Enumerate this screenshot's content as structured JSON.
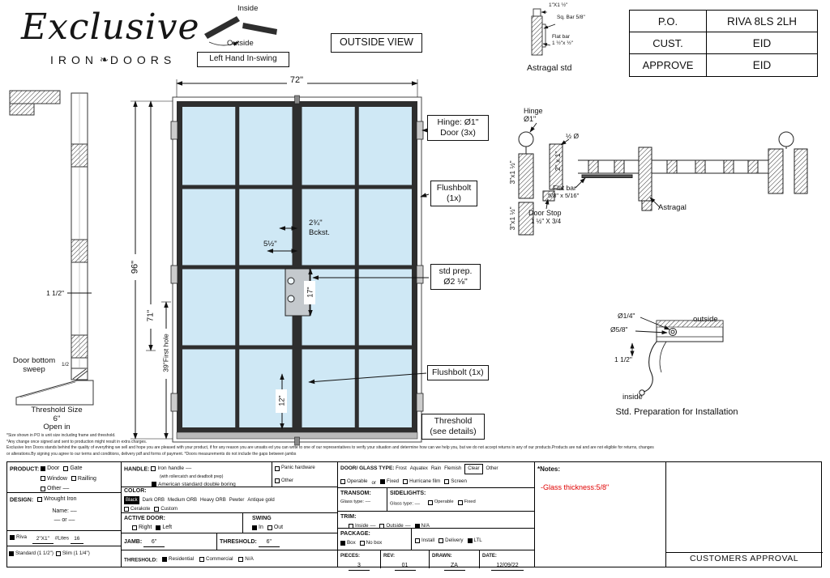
{
  "logo": {
    "script": "Exclusive",
    "iron": "IRON",
    "doors": "DOORS"
  },
  "header": {
    "swing": {
      "inside": "Inside",
      "outside": "Outside",
      "caption": "Left Hand In-swing"
    },
    "view_label": "OUTSIDE VIEW",
    "astragal": {
      "dim_top": "1\"X1 ½\"",
      "sq_bar": "Sq. Bar 5/8\"",
      "flat_bar1": "Flat bar",
      "flat_bar2": "1 ½\"x ½\"",
      "caption": "Astragal std"
    },
    "title_block": [
      {
        "label": "P.O.",
        "value": "RIVA 8LS 2LH"
      },
      {
        "label": "CUST.",
        "value": "EID"
      },
      {
        "label": "APPROVE",
        "value": "EID"
      }
    ]
  },
  "elevation": {
    "dim_width": "72\"",
    "dim_height": "96\"",
    "dim_71": "71\"",
    "dim_first_hole": "39\"First hole",
    "dim_17": "17\"",
    "dim_12": "12\"",
    "dim_5half": "5½\"",
    "bckst1": "2¾\"",
    "bckst2": "Bckst.",
    "hinge1": "Hinge: Ø1\"",
    "hinge2": "Door (3x)",
    "flushbolt_top1": "Flushbolt",
    "flushbolt_top2": "(1x)",
    "std_prep1": "std prep.",
    "std_prep2": "Ø2 ⅛\"",
    "flushbolt_bottom": "Flushbolt (1x)",
    "threshold1": "Threshold",
    "threshold2": "(see details)"
  },
  "side_profile": {
    "dim_jamb": "1 1/2\"",
    "sweep_dim": "1/2",
    "sweep1": "Door bottom",
    "sweep2": "sweep",
    "threshold_size": "Threshold Size",
    "threshold_val": "6\"",
    "open_in": "Open in"
  },
  "plan_section": {
    "hinge1": "Hinge",
    "hinge2": "Ø1\"",
    "half_dia": "½ Ø",
    "tube_2x1": "2\" x 1\"",
    "tube_3x15": "3\"x1 ½\"",
    "flat_bar1": "Flat bar",
    "flat_bar2": "5/8\" x 5/16\"",
    "door_stop1": "Door Stop",
    "door_stop2": "1 ½\" X 3/4",
    "astragal": "Astragal"
  },
  "prep_detail": {
    "dia_small": "Ø1/4\"",
    "dia_big": "Ø5/8\"",
    "dim": "1 1/2\"",
    "outside": "outside",
    "inside": "inside",
    "caption": "Std. Preparation for Installation"
  },
  "disclaimer": {
    "lines": [
      "*Size shown in PO is unit size including frame and threshold.",
      "*Any change once signed and sent to production might result in extra charges.",
      "Exclusive Iron Doors stands behind the quality of everything we sell and hope you are pleased with your product, if for any reason you are unsatis ed you can write to one of our representatives to verify your situation and determine how can we help you, but we do not accept returns in any of our products.Products are  nal and are not eligible for returns, changes",
      "or alterations.By signing you agree to our terms and conditions, delivery pdf and forms of payment. *Doors measurements do not include the gaps between jambs"
    ]
  },
  "form": {
    "product": {
      "label": "PRODUCT:",
      "door": {
        "t": "Door",
        "cb": true,
        "on": true
      },
      "gate": {
        "t": "Gate",
        "cb": true
      },
      "window": {
        "t": "Window",
        "cb": true
      },
      "railling": {
        "t": "Railling",
        "cb": true
      },
      "other": {
        "t": "Other",
        "cb": true,
        "suffix": "––"
      }
    },
    "design": {
      "label": "DESIGN:",
      "wrought": {
        "t": "Wrought Iron",
        "cb": true
      },
      "name_label": "Name:",
      "name_value": "––",
      "or_text": "––  or  ––",
      "riva": {
        "t": "Riva",
        "cb": true,
        "on": true
      },
      "riva_dim": "2\"X1\"",
      "lites_label": "#Lites",
      "lites_value": "16",
      "standard": {
        "t": "Standard (1 1/2\")",
        "cb": true,
        "on": true
      },
      "slim": {
        "t": "Slim (1 1/4\")",
        "cb": true
      }
    },
    "handle": {
      "label": "HANDLE:",
      "iron_handle": {
        "t": "Iron handle",
        "cb": true,
        "suffix": "––"
      },
      "iron_note": "(with rollercatch and deadbolt prep)",
      "american": {
        "t": "American standard double boring",
        "cb": true,
        "on": true
      },
      "panic": {
        "t": "Panic hardware",
        "cb": true
      },
      "other": {
        "t": "Other",
        "cb": true
      }
    },
    "color": {
      "label": "COLOR:",
      "black": {
        "t": "Black",
        "style": "inv"
      },
      "dark_orb": {
        "t": "Dark ORB"
      },
      "medium_orb": {
        "t": "Medium ORB"
      },
      "heavy_orb": {
        "t": "Heavy ORB"
      },
      "pewter": {
        "t": "Pewter"
      },
      "antique_gold": {
        "t": "Antique gold"
      },
      "cerakote": {
        "t": "Cerakote",
        "cb": true
      },
      "custom": {
        "t": "Custom",
        "cb": true
      }
    },
    "active_door": {
      "label": "ACTIVE DOOR:",
      "right": {
        "t": "Right",
        "cb": true
      },
      "left": {
        "t": "Left",
        "cb": true,
        "on": true
      },
      "swing_label": "SWING",
      "swing_in": {
        "t": "In",
        "cb": true,
        "on": true
      },
      "swing_out": {
        "t": "Out",
        "cb": true
      }
    },
    "jamb": {
      "label": "JAMB:",
      "value": "6\"",
      "threshold_label": "THRESHOLD:",
      "threshold_value": "6\""
    },
    "threshold": {
      "label": "THRESHOLD:",
      "residential": {
        "t": "Residential",
        "cb": true,
        "on": true
      },
      "commercial": {
        "t": "Commercial",
        "cb": true
      },
      "na": {
        "t": "N/A",
        "cb": true
      }
    },
    "glass": {
      "label": "DOOR/ GLASS TYPE:",
      "frost": {
        "t": "Frost"
      },
      "aquatex": {
        "t": "Aquatex"
      },
      "rain": {
        "t": "Rain"
      },
      "flemish": {
        "t": "Flemish"
      },
      "clear": {
        "t": "Clear",
        "style": "boxed"
      },
      "other": {
        "t": "Other"
      },
      "operable": {
        "t": "Operable",
        "cb": true
      },
      "or_text": {
        "t": "or"
      },
      "fixed": {
        "t": "Fixed",
        "cb": true,
        "on": true
      },
      "hurricane": {
        "t": "Hurricane film",
        "cb": true
      },
      "screen": {
        "t": "Screen",
        "cb": true
      }
    },
    "transom": {
      "label": "TRANSOM:",
      "glass_type": "Glass type:",
      "value": "––"
    },
    "sidelights": {
      "label": "SIDELIGHTS:",
      "glass_type": "Glass type:",
      "value": "––",
      "operable": {
        "t": "Operable",
        "cb": true
      },
      "fixed": {
        "t": "Fixed",
        "cb": true
      }
    },
    "trim": {
      "label": "TRIM:",
      "inside": {
        "t": "Inside",
        "cb": true,
        "suffix": "––"
      },
      "outside": {
        "t": "Outside",
        "cb": true,
        "suffix": "––"
      },
      "na": {
        "t": "N/A",
        "cb": true,
        "on": true
      }
    },
    "package": {
      "label": "PACKAGE:",
      "box": {
        "t": "Box",
        "cb": true,
        "on": true
      },
      "no_box": {
        "t": "No box",
        "cb": true
      },
      "install": {
        "t": "Install",
        "cb": true
      },
      "delivery": {
        "t": "Delivery",
        "cb": true
      },
      "ltl": {
        "t": "LTL",
        "cb": true,
        "on": true
      }
    },
    "meta": {
      "pieces_label": "PIECES:",
      "pieces": "3",
      "rev_label": "REV:",
      "rev": "01",
      "drawn_label": "DRAWN:",
      "drawn": "ZA",
      "date_label": "DATE:",
      "date": "12/09/22"
    },
    "notes": {
      "label": "*Notes:",
      "note": "-Glass thickness:5/8\"",
      "note_color": "#e00000"
    },
    "approval": "CUSTOMERS APPROVAL"
  }
}
